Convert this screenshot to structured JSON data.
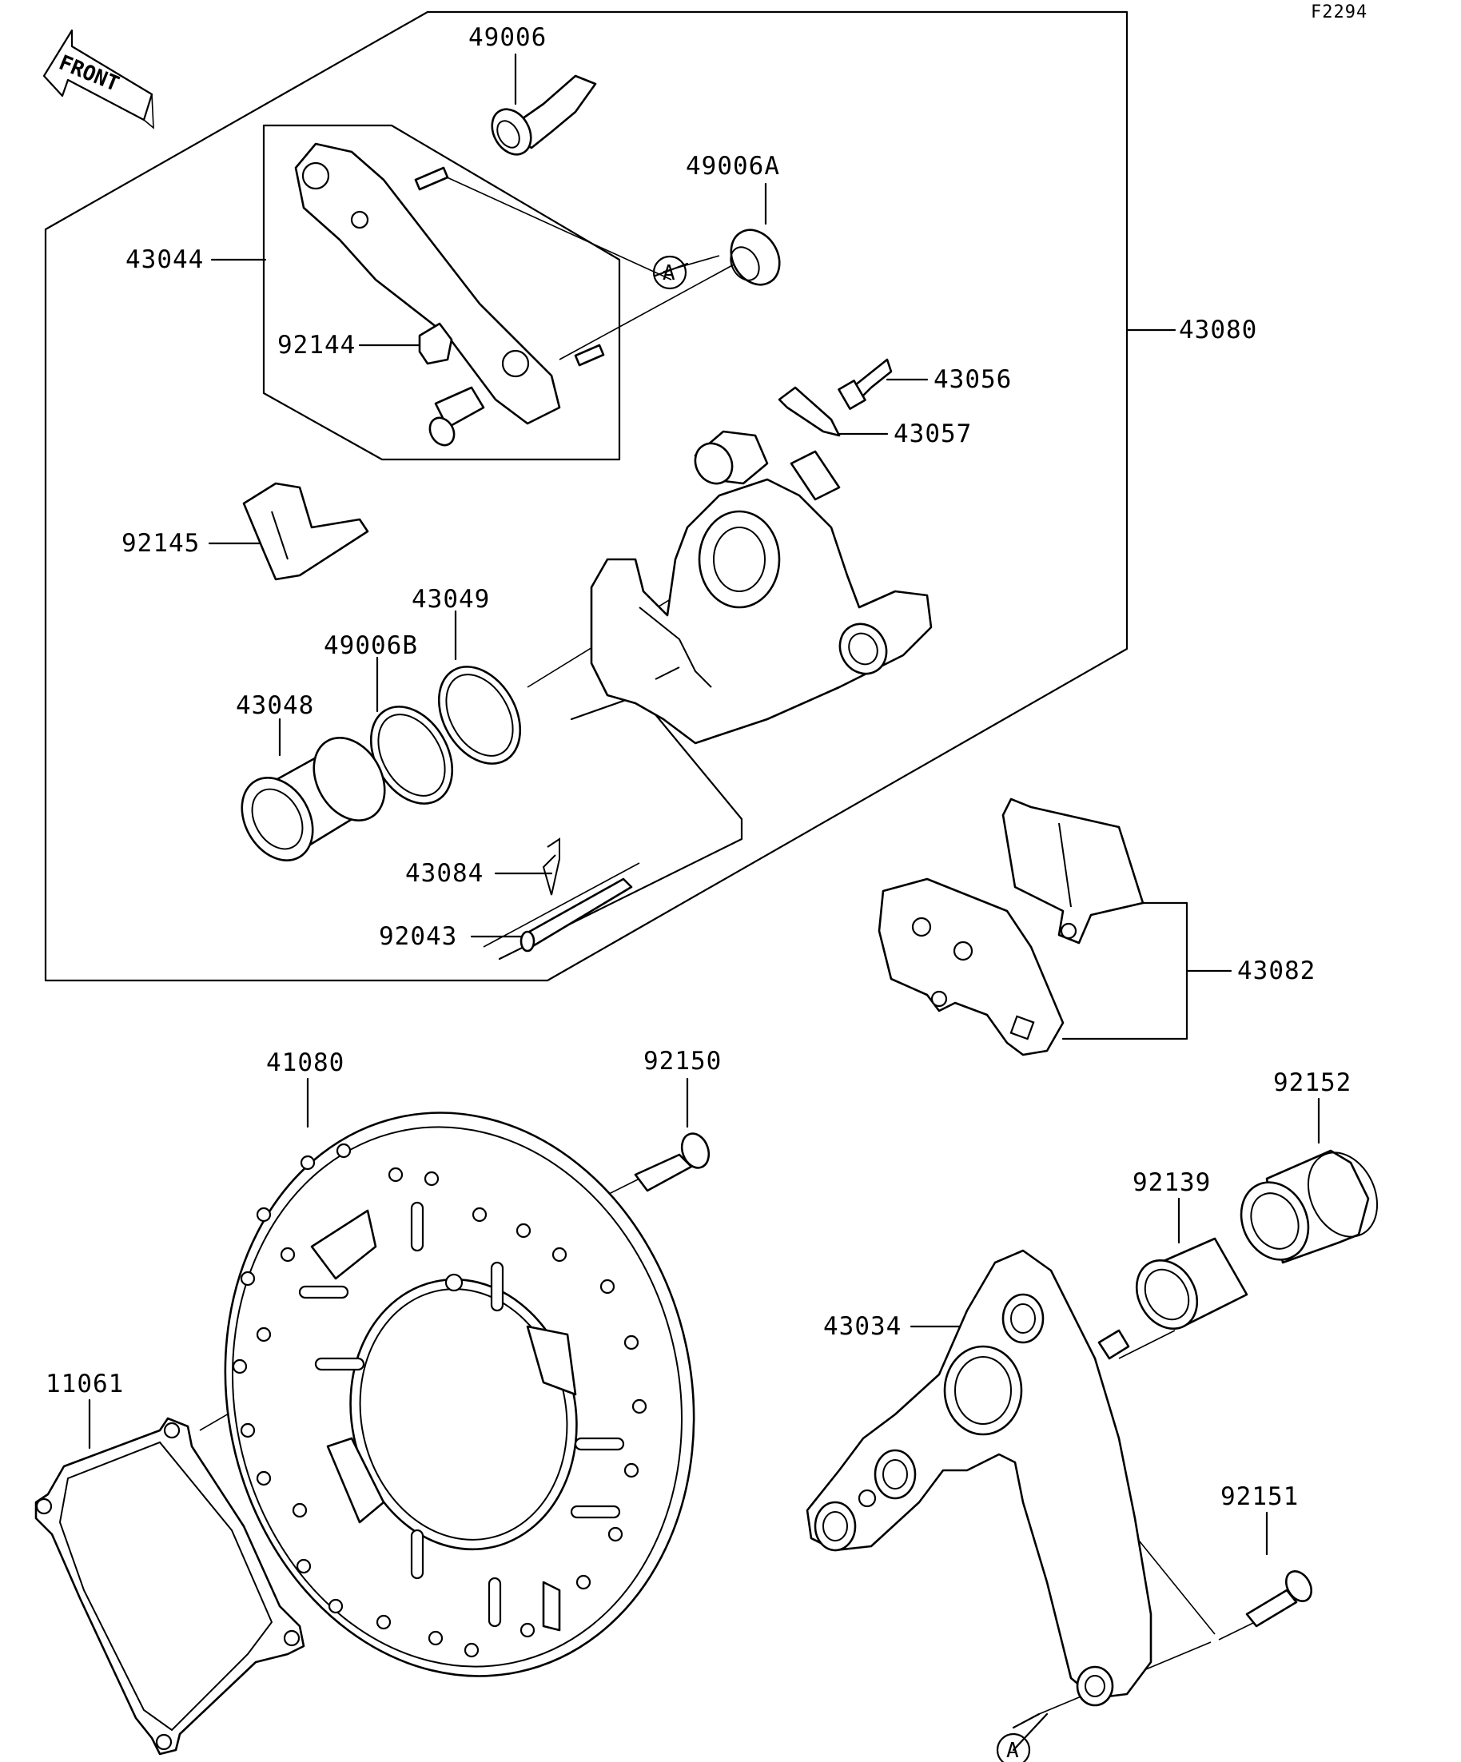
{
  "figure_code": "F2294",
  "front_label": "FRONT",
  "reference_marker": "A",
  "parts": {
    "p49006": "49006",
    "p49006A": "49006A",
    "p43044": "43044",
    "p92144": "92144",
    "p43080": "43080",
    "p43056": "43056",
    "p43057": "43057",
    "p92145": "92145",
    "p43049": "43049",
    "p49006B": "49006B",
    "p43048": "43048",
    "p43084": "43084",
    "p92043": "92043",
    "p43082": "43082",
    "p41080": "41080",
    "p92150": "92150",
    "p92152": "92152",
    "p92139": "92139",
    "p43034": "43034",
    "p11061": "11061",
    "p92151": "92151"
  }
}
